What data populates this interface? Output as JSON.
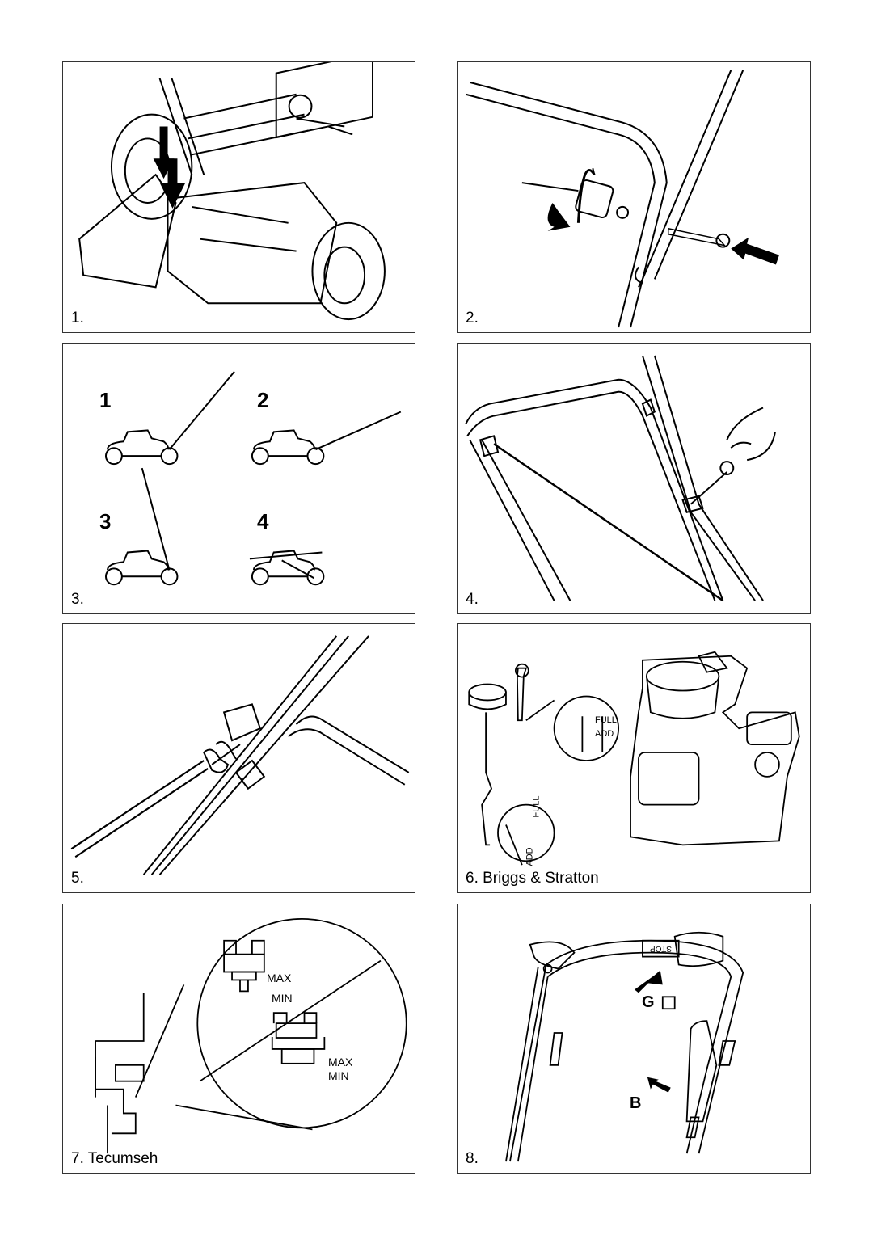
{
  "panels": [
    {
      "caption": "1."
    },
    {
      "caption": "2."
    },
    {
      "caption": "3.",
      "positions": [
        "1",
        "2",
        "3",
        "4"
      ]
    },
    {
      "caption": "4."
    },
    {
      "caption": "5."
    },
    {
      "caption": "6. Briggs & Stratton",
      "dipstick_full": "FULL",
      "dipstick_add": "ADD",
      "detail_full": "FULL",
      "detail_add": "ADD"
    },
    {
      "caption": "7. Tecumseh",
      "max_1": "MAX",
      "min_1": "MIN",
      "max_2": "MAX",
      "min_2": "MIN"
    },
    {
      "caption": "8.",
      "label_g": "G",
      "label_b": "B",
      "stop_label": "STOP"
    }
  ]
}
